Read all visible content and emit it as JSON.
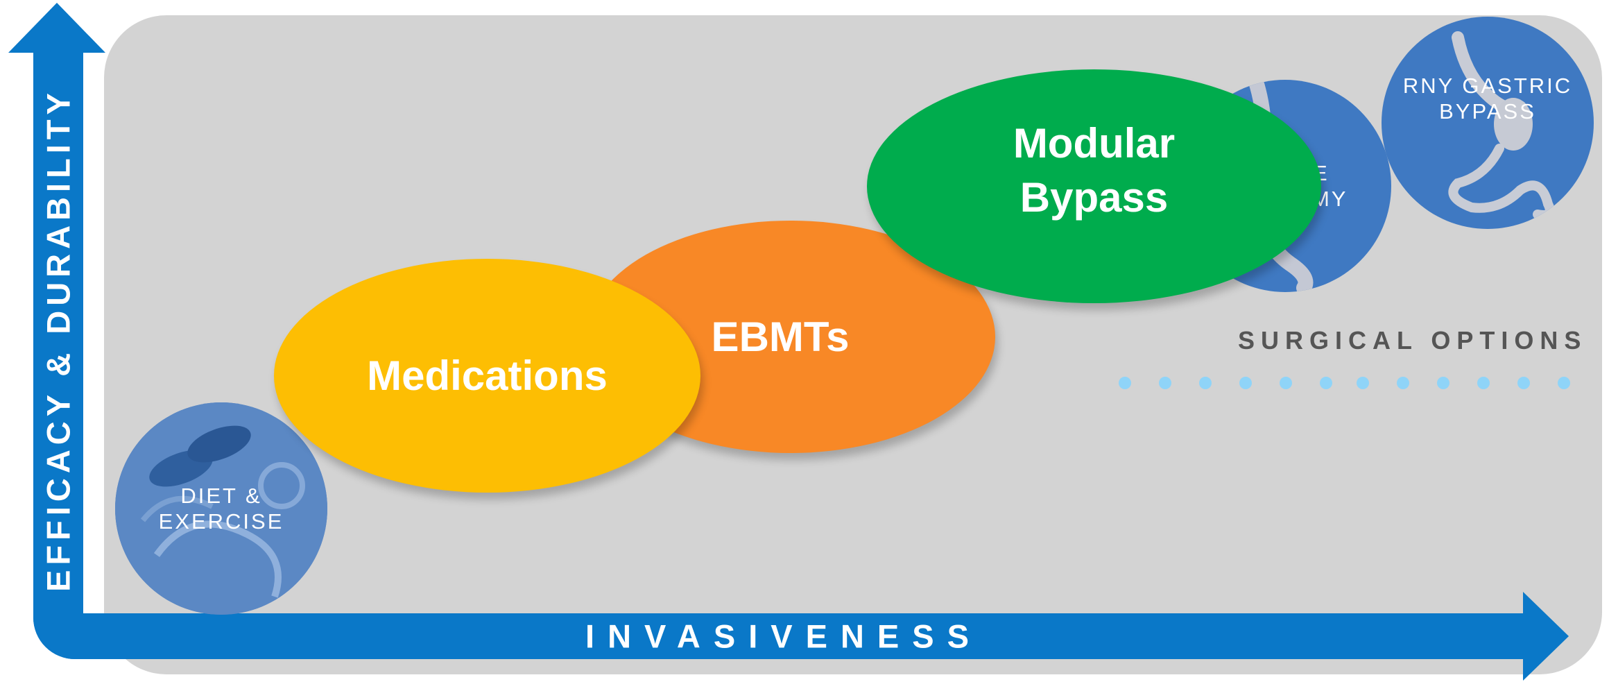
{
  "axes": {
    "y_label": "EFFICACY & DURABILITY",
    "x_label": "INVASIVENESS",
    "color": "#0a78c8"
  },
  "circles": {
    "diet": {
      "label_line1": "DIET &",
      "label_line2": "EXERCISE",
      "color": "#4f7fbf"
    },
    "sleeve": {
      "label_line1": "VE",
      "label_line2": "TOMY",
      "color": "#3f79c2"
    },
    "rny": {
      "label_line1": "RNY GASTRIC",
      "label_line2": "BYPASS",
      "color": "#3f79c2"
    }
  },
  "ellipses": {
    "medications": {
      "label": "Medications",
      "color": "#fdbe03"
    },
    "ebmts": {
      "label": "EBMTs",
      "color": "#f88826"
    },
    "modular": {
      "label_line1": "Modular",
      "label_line2": "Bypass",
      "color": "#00ac4d"
    }
  },
  "surgical_options": {
    "label": "SURGICAL OPTIONS",
    "dot_color": "#8fd4f8"
  },
  "background_color": "#d3d3d3"
}
